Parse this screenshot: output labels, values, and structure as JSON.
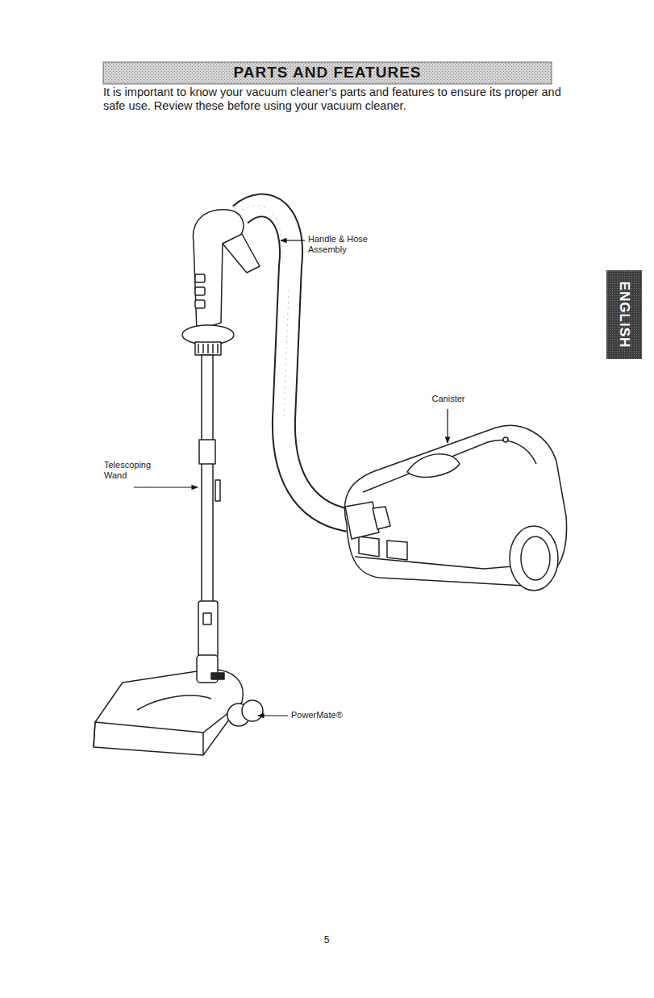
{
  "diagram": {
    "title": "PARTS AND FEATURES",
    "nodes": [
      {
        "text": [
          "ENGLISH"
        ]
      }
    ],
    "labels": [
      "It is important to know your vacuum cleaner's parts and features to ensure its proper and safe use. Review these before using your vacuum cleaner.",
      "Handle & Hose Assembly",
      "Canister",
      "Telescoping Wand",
      "PowerMate®",
      "5"
    ]
  }
}
